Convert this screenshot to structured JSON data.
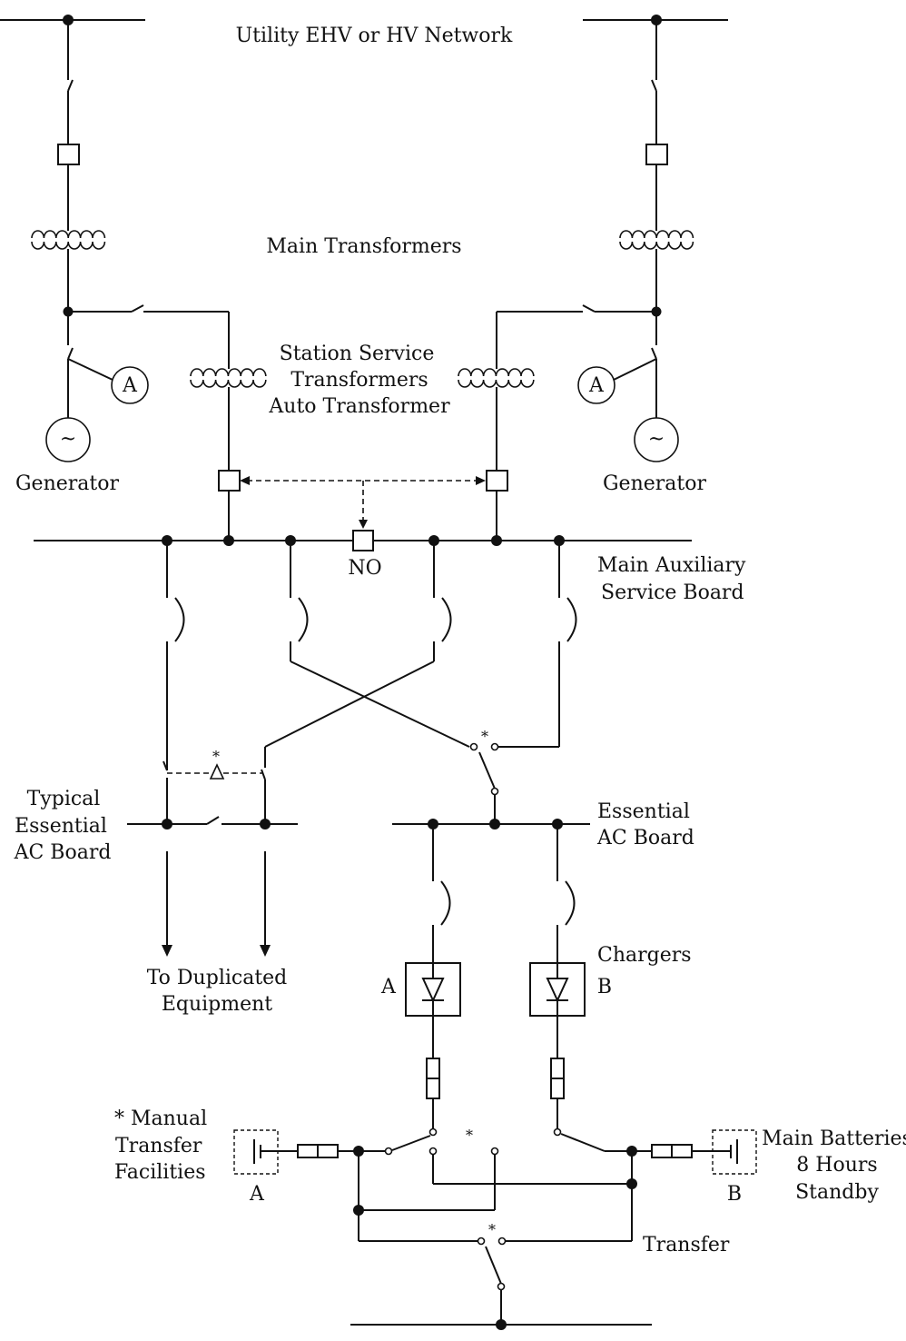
{
  "labels": {
    "network": "Utility EHV or HV Network",
    "main_transformers": "Main Transformers",
    "station_service": [
      "Station Service",
      "Transformers",
      "Auto Transformer"
    ],
    "generator_left": "Generator",
    "generator_right": "Generator",
    "ammeter": "A",
    "generator_symbol": "~",
    "normally_open": "NO",
    "main_aux_board": [
      "Main Auxiliary",
      "Service Board"
    ],
    "typical_essential": [
      "Typical",
      "Essential",
      "AC Board"
    ],
    "essential_ac_board": [
      "Essential",
      "AC Board"
    ],
    "duplicated_equipment": [
      "To Duplicated",
      "Equipment"
    ],
    "chargers": "Chargers",
    "charger_a": "A",
    "charger_b": "B",
    "manual_transfer": [
      "* Manual",
      "Transfer",
      "Facilities"
    ],
    "battery_a": "A",
    "battery_b": "B",
    "main_batteries": [
      "Main Batteries",
      "8 Hours",
      "Standby"
    ],
    "transfer": "Transfer",
    "asterisk": "*"
  }
}
